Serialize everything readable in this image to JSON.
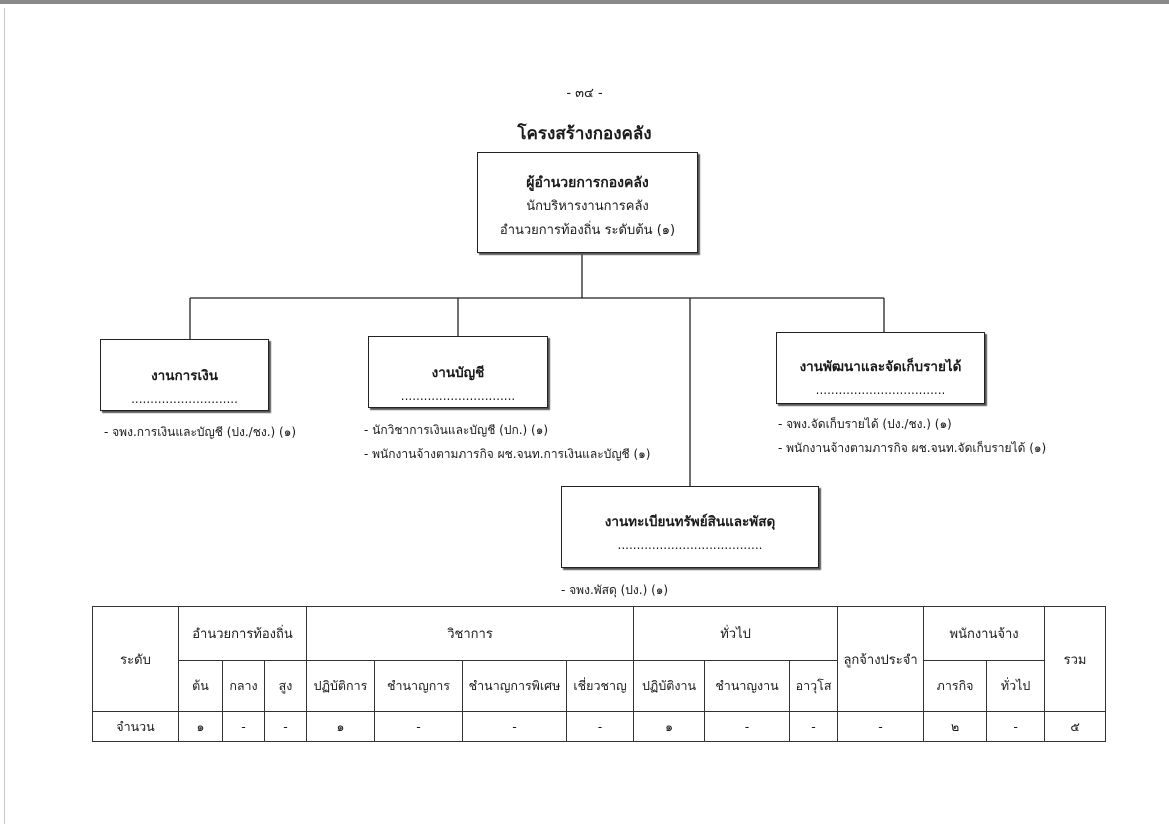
{
  "header": {
    "page_number": "- ๓๔ -",
    "title": "โครงสร้างกองคลัง"
  },
  "head_box": {
    "position": "ผู้อำนวยการกองคลัง",
    "job_title": "นักบริหารงานการคลัง",
    "level": "อำนวยการท้องถิ่น ระดับต้น (๑)"
  },
  "units": {
    "finance": {
      "name": "งานการเงิน",
      "dots": "............................",
      "staff": [
        "- จพง.การเงินและบัญชี (ปง./ชง.) (๑)"
      ]
    },
    "accounting": {
      "name": "งานบัญชี",
      "dots": "..............................",
      "staff": [
        "- นักวิชาการเงินและบัญชี (ปก.) (๑)",
        "- พนักงานจ้างตามภารกิจ ผช.จนท.การเงินและบัญชี (๑)"
      ]
    },
    "revenue": {
      "name": "งานพัฒนาและจัดเก็บรายได้",
      "dots": "..................................",
      "staff": [
        "- จพง.จัดเก็บรายได้ (ปง./ชง.) (๑)",
        "- พนักงานจ้างตามภารกิจ ผช.จนท.จัดเก็บรายได้ (๑)"
      ]
    },
    "asset": {
      "name": "งานทะเบียนทรัพย์สินและพัสดุ",
      "dots": "......................................",
      "staff": [
        "- จพง.พัสดุ (ปง.) (๑)"
      ]
    }
  },
  "table": {
    "row_header": "ระดับ",
    "groups": {
      "local_admin": "อำนวยการท้องถิ่น",
      "academic": "วิชาการ",
      "general": "ทั่วไป",
      "permanent": "ลูกจ้างประจำ",
      "employee": "พนักงานจ้าง",
      "total": "รวม"
    },
    "subheaders": {
      "local_admin": [
        "ต้น",
        "กลาง",
        "สูง"
      ],
      "academic": [
        "ปฏิบัติการ",
        "ชำนาญการ",
        "ชำนาญการพิเศษ",
        "เชี่ยวชาญ"
      ],
      "general": [
        "ปฏิบัติงาน",
        "ชำนาญงาน",
        "อาวุโส"
      ],
      "employee": [
        "ภารกิจ",
        "ทั่วไป"
      ]
    },
    "count_row": {
      "label": "จำนวน",
      "values": [
        "๑",
        "-",
        "-",
        "๑",
        "-",
        "-",
        "-",
        "๑",
        "-",
        "-",
        "-",
        "๒",
        "-",
        "๕"
      ]
    }
  }
}
